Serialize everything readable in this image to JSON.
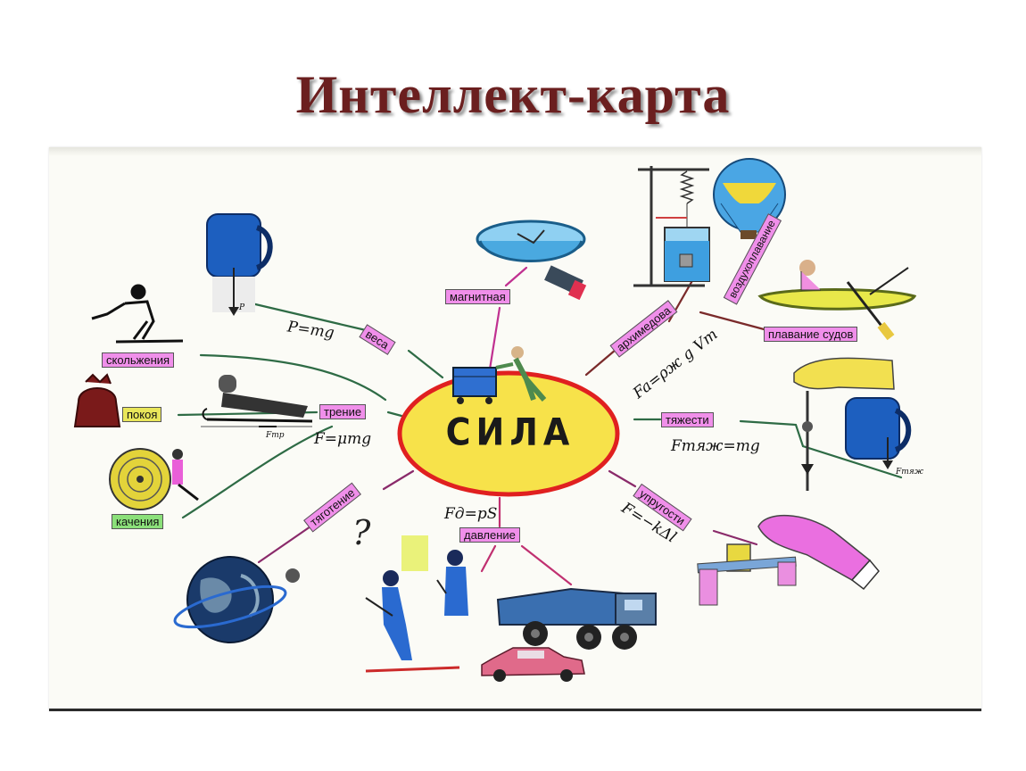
{
  "title": "Интеллект-карта",
  "center": "СИЛА",
  "labels": {
    "vesa": "веса",
    "magnitnaya": "магнитная",
    "arkhimedova": "архимедова",
    "vozdukhoplavanie": "воздухоплавание",
    "plavanie_sudov": "плавание судов",
    "tyazhesti": "тяжести",
    "uprugosti": "упругости",
    "davlenie": "давление",
    "tyagotenie": "тяготение",
    "trenie": "трение",
    "skolzheniya": "скольжения",
    "pokoya": "покоя",
    "kacheniya": "качения"
  },
  "formulas": {
    "weight": "P=mg",
    "friction": "F=μmg",
    "archimedes": "Fa=ρж g Vт",
    "gravity": "Fтяж=mg",
    "elastic": "F=−kΔl",
    "pressure": "Fд=pS"
  },
  "icon_captions": {
    "kettle_top": "P",
    "kettle_right": "Fтяж",
    "sled": "Fтр"
  },
  "question_mark": "?",
  "colors": {
    "title": "#6b1f1f",
    "label_pink": "#f08fea",
    "label_green": "#8be07a",
    "label_yellow": "#e9e65a",
    "ellipse_fill": "#f7e24a",
    "ellipse_stroke": "#e02020"
  }
}
